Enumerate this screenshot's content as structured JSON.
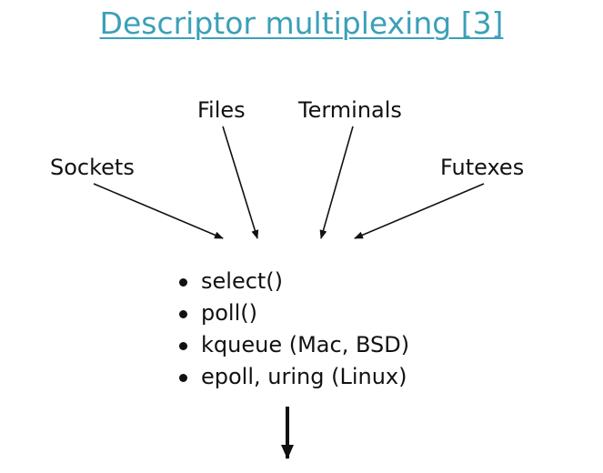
{
  "title": {
    "text": "Descriptor multiplexing [3]",
    "link_color": "#3aa0b8"
  },
  "sources": {
    "files": "Files",
    "terminals": "Terminals",
    "sockets": "Sockets",
    "futexes": "Futexes"
  },
  "mechanisms": [
    "select()",
    "poll()",
    "kqueue (Mac, BSD)",
    "epoll, uring (Linux)"
  ],
  "colors": {
    "text": "#111111",
    "arrow": "#111111"
  }
}
